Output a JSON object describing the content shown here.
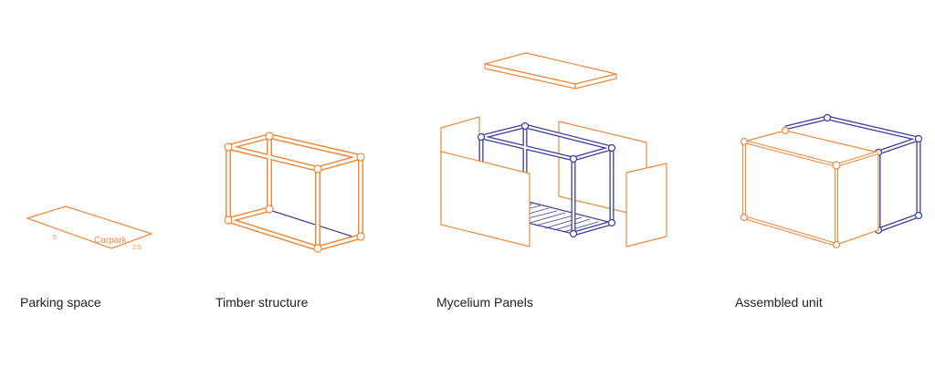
{
  "colors": {
    "timber": "#EE8A3C",
    "steel": "#3A3F9A",
    "text": "#222222",
    "background": "#FFFFFF"
  },
  "steps": [
    {
      "label": "Parking space"
    },
    {
      "label": "Timber structure"
    },
    {
      "label": "Mycelium Panels"
    },
    {
      "label": "Assembled unit"
    }
  ],
  "parking": {
    "label": "Carpark",
    "dim_width": "5",
    "dim_length": "2.5"
  }
}
